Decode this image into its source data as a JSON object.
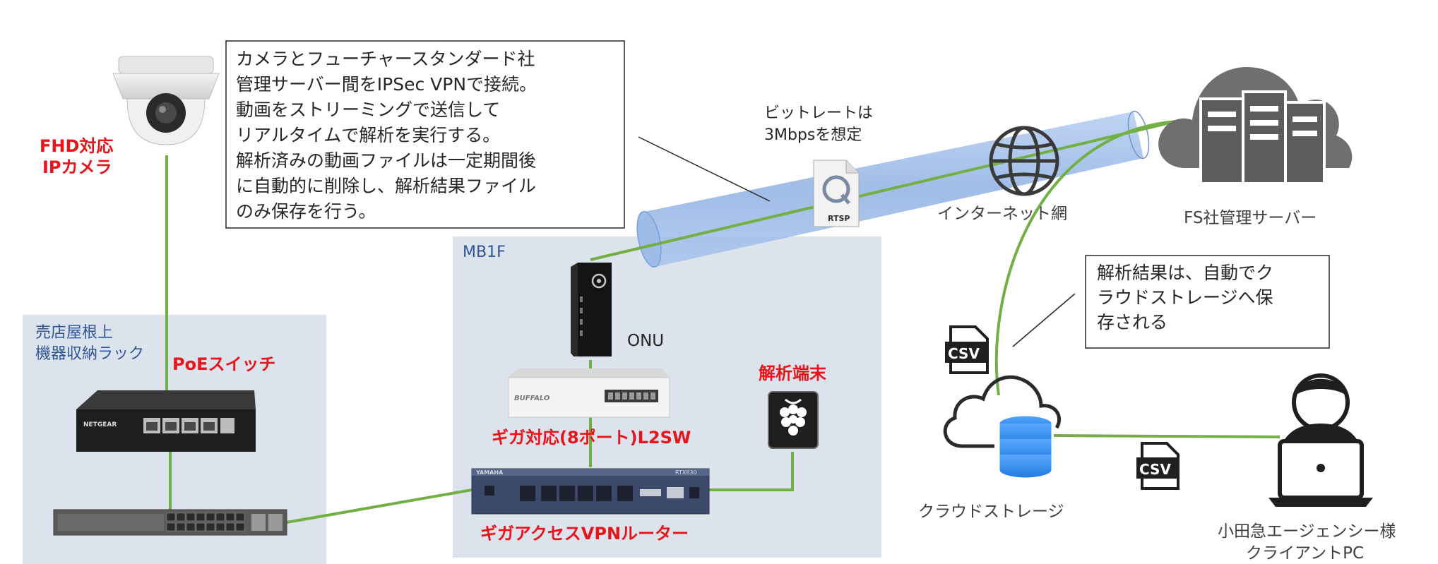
{
  "note_vpn": {
    "lines": [
      "カメラとフューチャースタンダード社",
      "管理サーバー間をIPSec VPNで接続。",
      "動画をストリーミングで送信して",
      "リアルタイムで解析を実行する。",
      "解析済みの動画ファイルは一定期間後",
      "に自動的に削除し、解析結果ファイル",
      "のみ保存を行う。"
    ]
  },
  "note_storage": {
    "lines": [
      "解析結果は、自動でク",
      "ラウドストレージへ保",
      "存される"
    ]
  },
  "bitrate": {
    "lines": [
      "ビットレートは",
      "3Mbpsを想定"
    ]
  },
  "camera": {
    "label_lines": [
      "FHD対応",
      "IPカメラ"
    ]
  },
  "rack": {
    "title_lines": [
      "売店屋根上",
      "機器収納ラック"
    ]
  },
  "poe_switch": {
    "label": "PoEスイッチ",
    "brand": "NETGEAR"
  },
  "mb1f": {
    "title": "MB1F"
  },
  "onu": {
    "label": "ONU"
  },
  "l2sw": {
    "label": "ギガ対応(8ポート)L2SW",
    "brand": "BUFFALO"
  },
  "router": {
    "label": "ギガアクセスVPNルーター",
    "brand": "YAMAHA",
    "model": "RTX830"
  },
  "analysis_terminal": {
    "label": "解析端末"
  },
  "rtsp": {
    "label": "RTSP"
  },
  "internet": {
    "label": "インターネット網"
  },
  "server": {
    "label": "FS社管理サーバー"
  },
  "cloud_storage": {
    "label": "クラウドストレージ"
  },
  "csv_left": {
    "label": "CSV"
  },
  "csv_right": {
    "label": "CSV"
  },
  "client": {
    "label_lines": [
      "小田急エージェンシー様",
      "クライアントPC"
    ]
  },
  "colors": {
    "link_green": "#72b043",
    "panel_bg": "#dde3ec",
    "tunnel_blue": "#8fb1e3",
    "alert_red": "#e8141b",
    "title_blue": "#2f5597"
  }
}
